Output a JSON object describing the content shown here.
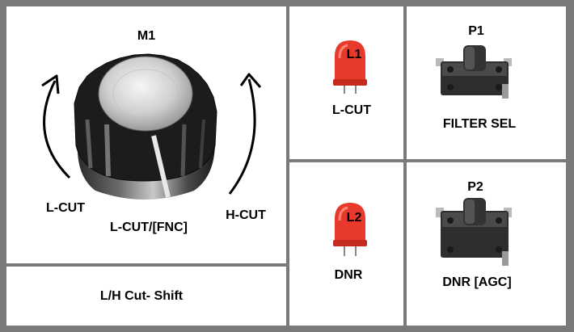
{
  "knob": {
    "title": "M1",
    "left_label": "L-CUT",
    "center_label": "L-CUT/[FNC]",
    "right_label": "H-CUT",
    "icon": "rotary-knob-icon"
  },
  "knob_caption": "L/H Cut- Shift",
  "led1": {
    "title": "L1",
    "label": "L-CUT",
    "color": "#e83a2c",
    "icon": "red-led-icon"
  },
  "led2": {
    "title": "L2",
    "label": "DNR",
    "color": "#e83a2c",
    "icon": "red-led-icon"
  },
  "button1": {
    "title": "P1",
    "label": "FILTER  SEL",
    "icon": "tactile-button-icon"
  },
  "button2": {
    "title": "P2",
    "label": "DNR  [AGC]",
    "icon": "tactile-button-icon"
  },
  "colors": {
    "border": "#7a7a7a",
    "background": "#ffffff",
    "led_red": "#e83a2c"
  }
}
